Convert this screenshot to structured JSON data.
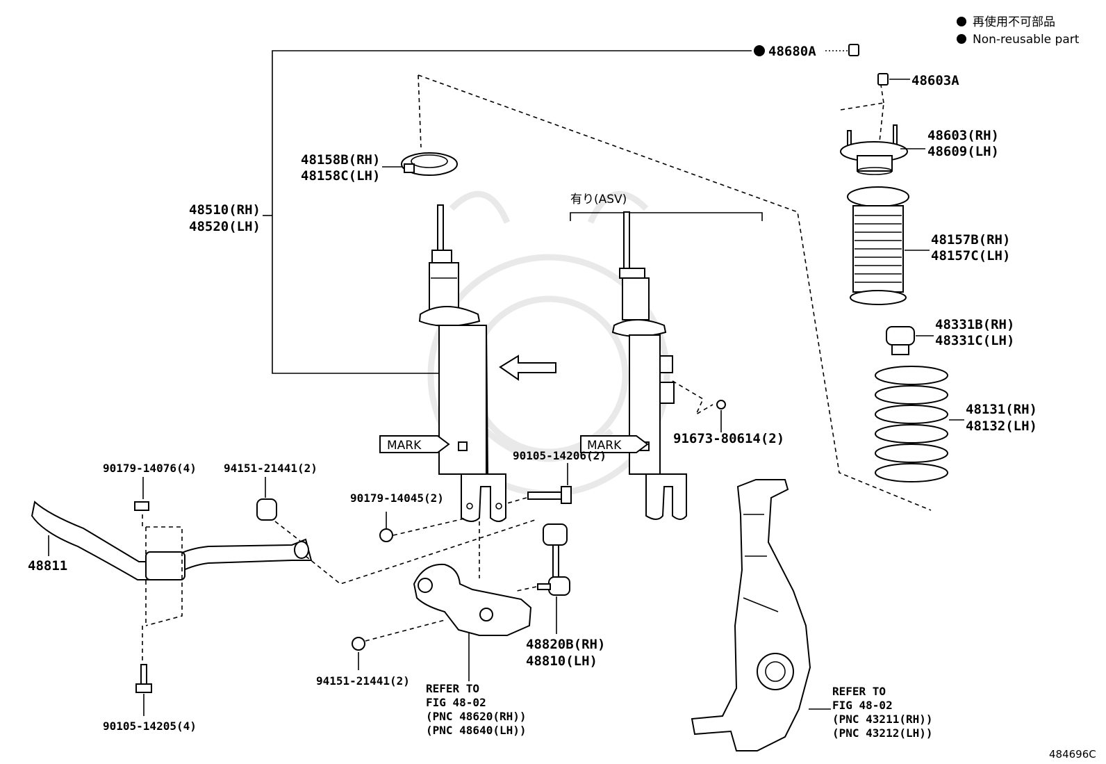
{
  "legend": {
    "jp": "再使用不可部品",
    "en": "Non-reusable part"
  },
  "figure_id": "484696C",
  "parts": {
    "p48680A": "48680A",
    "p48603A": "48603A",
    "p48603": "48603(RH)",
    "p48609": "48609(LH)",
    "p48158B": "48158B(RH)",
    "p48158C": "48158C(LH)",
    "p48510": "48510(RH)",
    "p48520": "48520(LH)",
    "asv": "有り(ASV)",
    "p48157B": "48157B(RH)",
    "p48157C": "48157C(LH)",
    "p48331B": "48331B(RH)",
    "p48331C": "48331C(LH)",
    "p48131": "48131(RH)",
    "p48132": "48132(LH)",
    "mark1": "MARK",
    "mark2": "MARK",
    "p91673": "91673-80614(2)",
    "p90105_14206": "90105-14206(2)",
    "p90179_14076": "90179-14076(4)",
    "p94151_top": "94151-21441(2)",
    "p90179_14045": "90179-14045(2)",
    "p48811": "48811",
    "p48820B": "48820B(RH)",
    "p48810": "48810(LH)",
    "p94151_bot": "94151-21441(2)",
    "p90105_14205": "90105-14205(4)"
  },
  "refs": {
    "arm": {
      "l1": "REFER TO",
      "l2": "FIG 48-02",
      "l3": "(PNC 48620(RH))",
      "l4": "(PNC 48640(LH))"
    },
    "knuckle": {
      "l1": "REFER TO",
      "l2": "FIG 48-02",
      "l3": "(PNC 43211(RH))",
      "l4": "(PNC 43212(LH))"
    }
  }
}
